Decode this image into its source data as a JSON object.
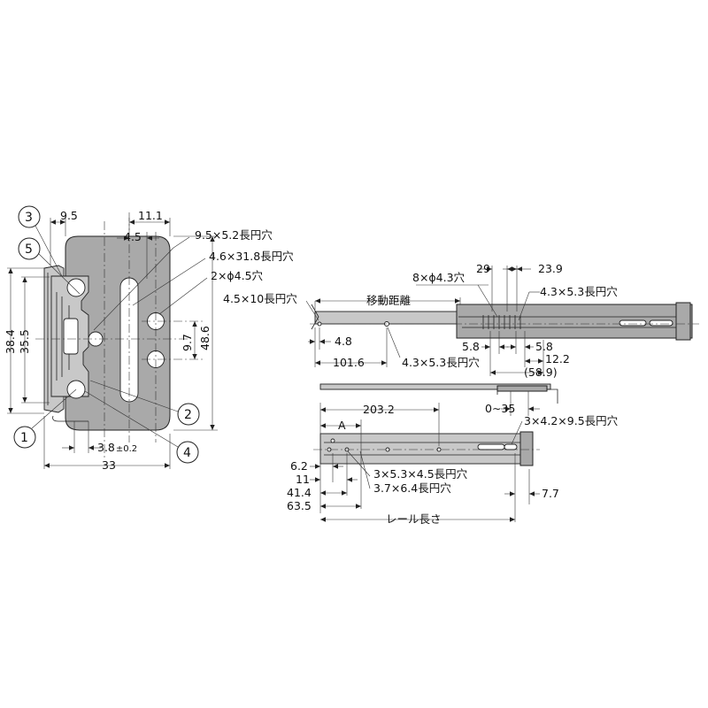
{
  "front_view": {
    "dim_top_left": "9.5",
    "dim_top_11": "11.1",
    "dim_4_5": "4.5",
    "dim_38_4": "38.4",
    "dim_35_5": "35.5",
    "dim_9_7": "9.7",
    "dim_48_6": "48.6",
    "dim_3_8": "3.8",
    "dim_3_8_tol": "±0.2",
    "dim_33": "33",
    "hole_slot_9_5": "9.5×5.2長円穴",
    "hole_slot_4_6": "4.6×31.8長円穴",
    "hole_2x4_5": "2×ϕ4.5穴",
    "callouts": [
      "1",
      "2",
      "3",
      "4",
      "5"
    ]
  },
  "side_view_top": {
    "dim_29": "29",
    "dim_23_9": "23.9",
    "hole_8x4_3": "8×ϕ4.3穴",
    "hole_4_3x5_3_right": "4.3×5.3長円穴",
    "hole_4_5x10": "4.5×10長円穴",
    "travel": "移動距離",
    "dim_4_8": "4.8",
    "dim_101_6": "101.6",
    "hole_4_3x5_3_bottom": "4.3×5.3長円穴",
    "dim_5_8_left": "5.8",
    "dim_5_8_right": "5.8",
    "dim_12_2": "12.2",
    "dim_58_9": "(58.9)"
  },
  "side_view_bottom": {
    "dim_0_35": "0∼35",
    "dim_203_2": "203.2",
    "dim_A": "A",
    "hole_3x4_2x9_5": "3×4.2×9.5長円穴",
    "dim_6_2": "6.2",
    "dim_11": "11",
    "dim_41_4": "41.4",
    "dim_63_5": "63.5",
    "hole_3x5_3x4_5": "3×5.3×4.5長円穴",
    "hole_3_7x6_4": "3.7×6.4長円穴",
    "dim_7_7": "7.7",
    "rail_length": "レール長さ"
  }
}
